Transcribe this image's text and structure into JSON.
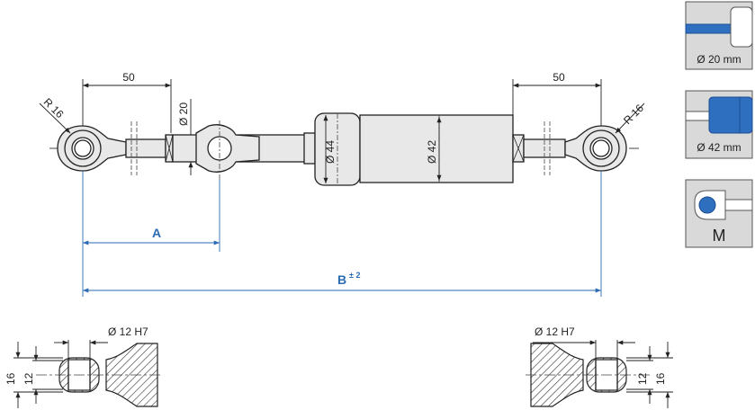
{
  "dimensions": {
    "len_left": "50",
    "len_right": "50",
    "radius_left": "R 16",
    "radius_right": "R 16",
    "rod_dia": "Ø 20",
    "cyl_dia_a": "Ø 44",
    "cyl_dia_b": "Ø 42",
    "label_a": "A",
    "label_b": "B",
    "tol_b": "± 2",
    "bore_left": "Ø 12 H7",
    "bore_right": "Ø 12 H7",
    "h16_left": "16",
    "h12_left": "12",
    "h12_right": "12",
    "h16_right": "16"
  },
  "thumbnails": [
    {
      "caption": "Ø 20 mm"
    },
    {
      "caption": "Ø 42 mm"
    },
    {
      "caption": "M"
    }
  ],
  "colors": {
    "blue_accent": "#2a6bb3",
    "thumb_bg": "#d9d9d9",
    "thumb_blue": "#2f6fc0",
    "part_fill": "#e8e8e8",
    "line": "#222222"
  }
}
